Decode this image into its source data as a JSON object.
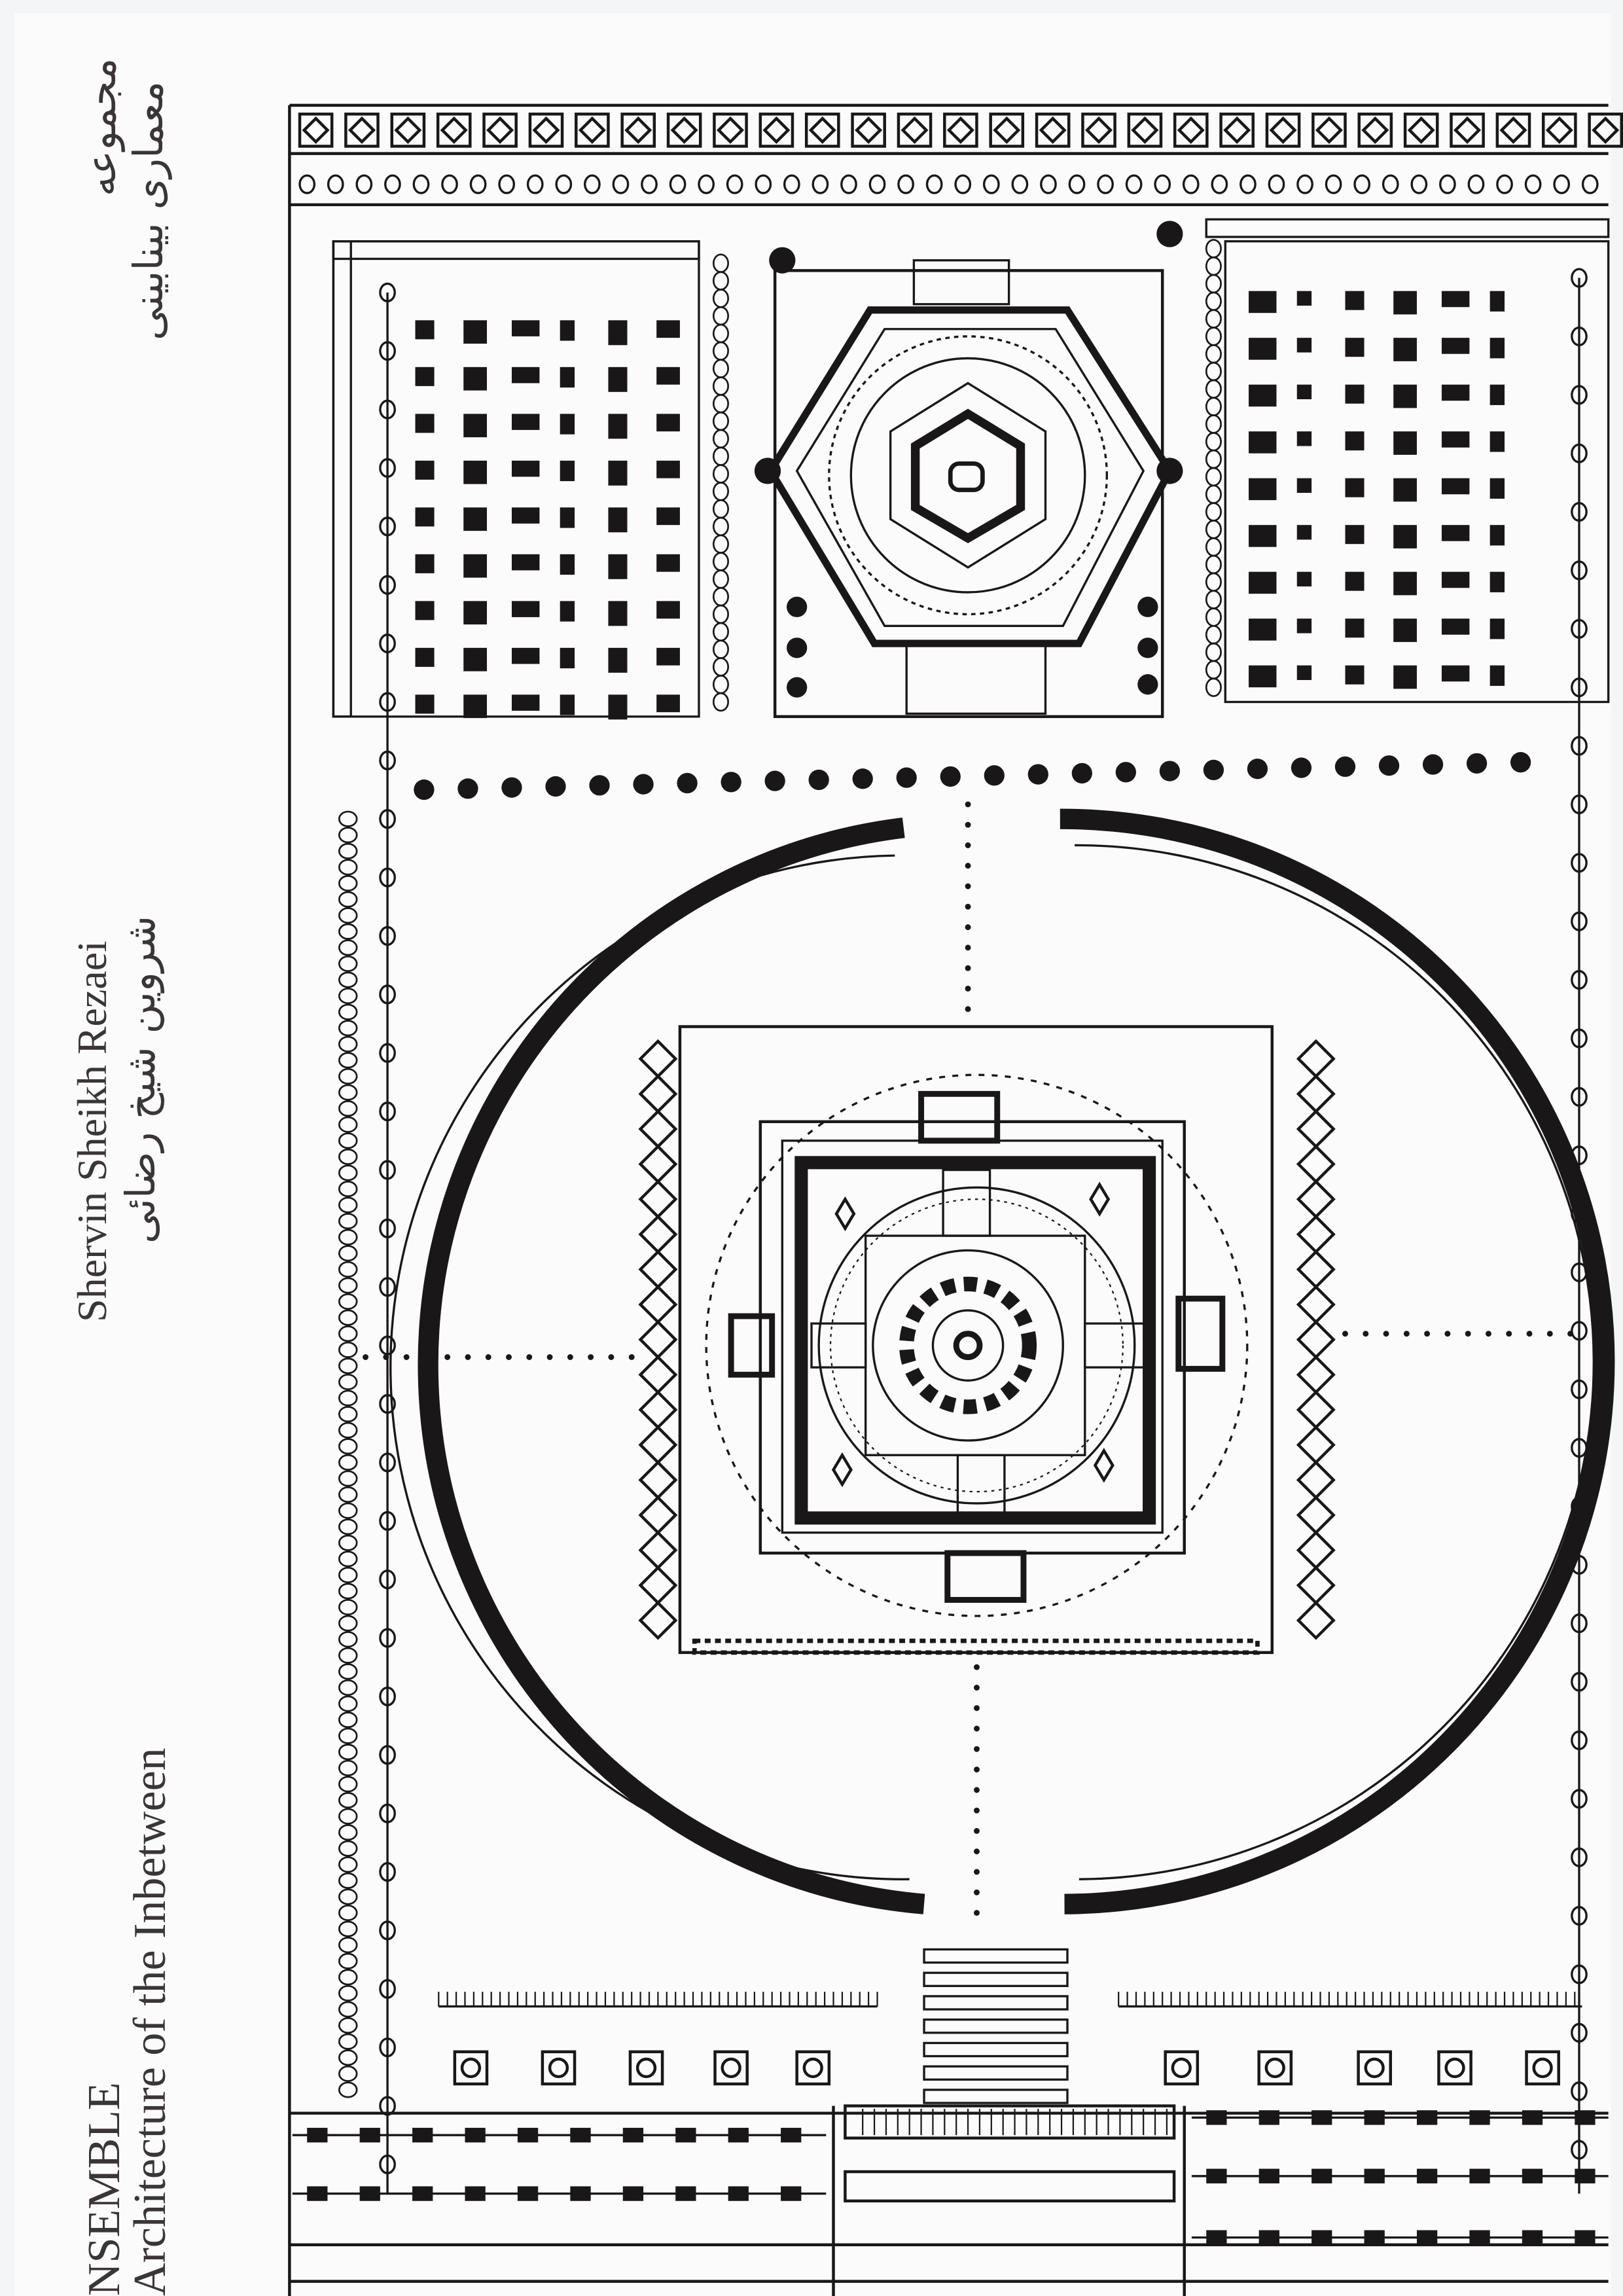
{
  "cover": {
    "series_line1": "مجموعه",
    "series_line2": "معماری بینابینی",
    "author_en": "Shervin Sheikh Rezaei",
    "author_fa": "شروین شیخ رضائی",
    "title": "NSEMBLE",
    "subtitle": "Architecture of the Inbetween"
  },
  "colors": {
    "ink": "#1a1718",
    "paper": "#fbfbfb",
    "text": "#3a3536"
  },
  "illustration": "architectural-site-plan-drawing"
}
